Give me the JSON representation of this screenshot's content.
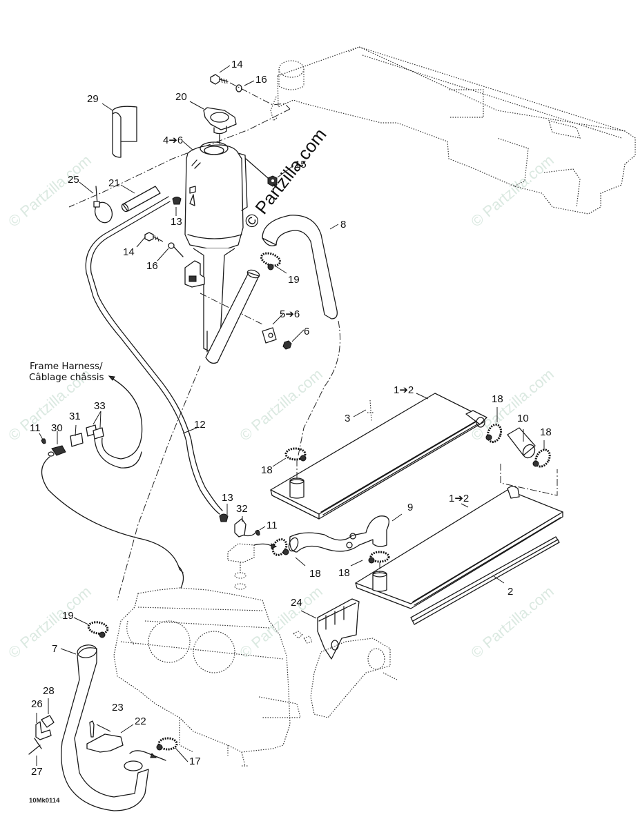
{
  "diagram": {
    "title": "Cooling system exploded parts diagram",
    "drawing_code": "10Mk0114",
    "harness_label_line1": "Frame Harness/",
    "harness_label_line2": "Câblage châssis",
    "main_watermark": "© Partzilla.com",
    "faint_watermark": "© Partzilla.com",
    "callouts": {
      "c14a": "14",
      "c16a": "16",
      "c29": "29",
      "c20": "20",
      "c4to6": "4➔6",
      "c15": "15",
      "c25": "25",
      "c21": "21",
      "c13a": "13",
      "c8": "8",
      "c14b": "14",
      "c16b": "16",
      "c19a": "19",
      "c5to6": "5➔6",
      "c6": "6",
      "c33": "33",
      "c31": "31",
      "c30": "30",
      "c11a": "11",
      "c12": "12",
      "c3": "3",
      "c1to2a": "1➔2",
      "c18a": "18",
      "c10": "10",
      "c18b": "18",
      "c18c": "18",
      "c1to2b": "1➔2",
      "c9": "9",
      "c13b": "13",
      "c32": "32",
      "c11b": "11",
      "c18d": "18",
      "c18e": "18",
      "c2": "2",
      "c24": "24",
      "c19b": "19",
      "c7": "7",
      "c28": "28",
      "c26": "26",
      "c23": "23",
      "c22": "22",
      "c17": "17",
      "c27": "27"
    },
    "colors": {
      "line": "#1a1a1a",
      "watermark": "#cfe2d8",
      "background": "#ffffff"
    }
  }
}
